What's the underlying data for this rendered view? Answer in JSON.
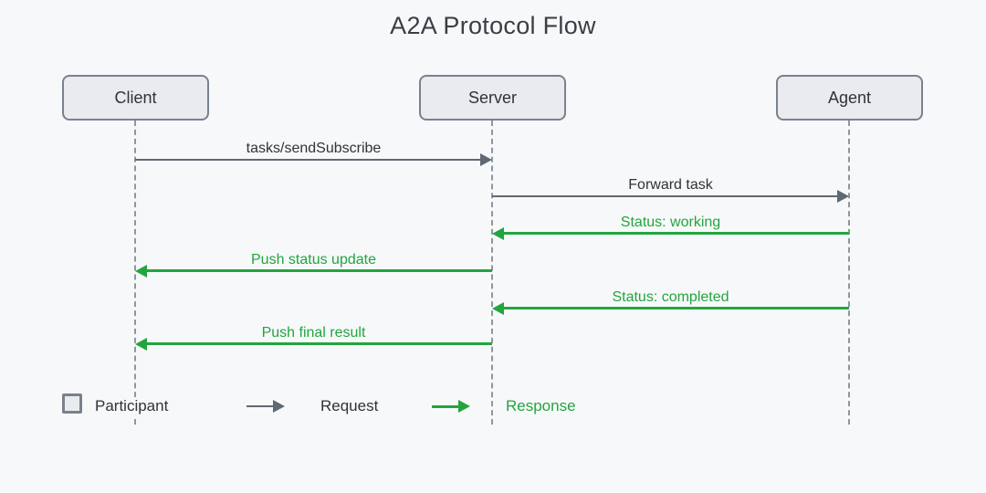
{
  "title": "A2A Protocol Flow",
  "participants": [
    {
      "label": "Client"
    },
    {
      "label": "Server"
    },
    {
      "label": "Agent"
    }
  ],
  "messages": [
    {
      "from": "Client",
      "to": "Server",
      "type": "request",
      "label": "tasks/sendSubscribe"
    },
    {
      "from": "Server",
      "to": "Agent",
      "type": "request",
      "label": "Forward task"
    },
    {
      "from": "Agent",
      "to": "Server",
      "type": "response",
      "label": "Status: working"
    },
    {
      "from": "Server",
      "to": "Client",
      "type": "response",
      "label": "Push status update"
    },
    {
      "from": "Agent",
      "to": "Server",
      "type": "response",
      "label": "Status: completed"
    },
    {
      "from": "Server",
      "to": "Client",
      "type": "response",
      "label": "Push final result"
    }
  ],
  "legend": {
    "participant": "Participant",
    "request": "Request",
    "response": "Response"
  },
  "colors": {
    "background": "#f7f8fa",
    "request": "#5f6973",
    "response": "#23a53e",
    "participant_fill": "#e9ebee",
    "participant_border": "#78828e",
    "lifeline": "#8f969f",
    "text": "#2f3337"
  }
}
